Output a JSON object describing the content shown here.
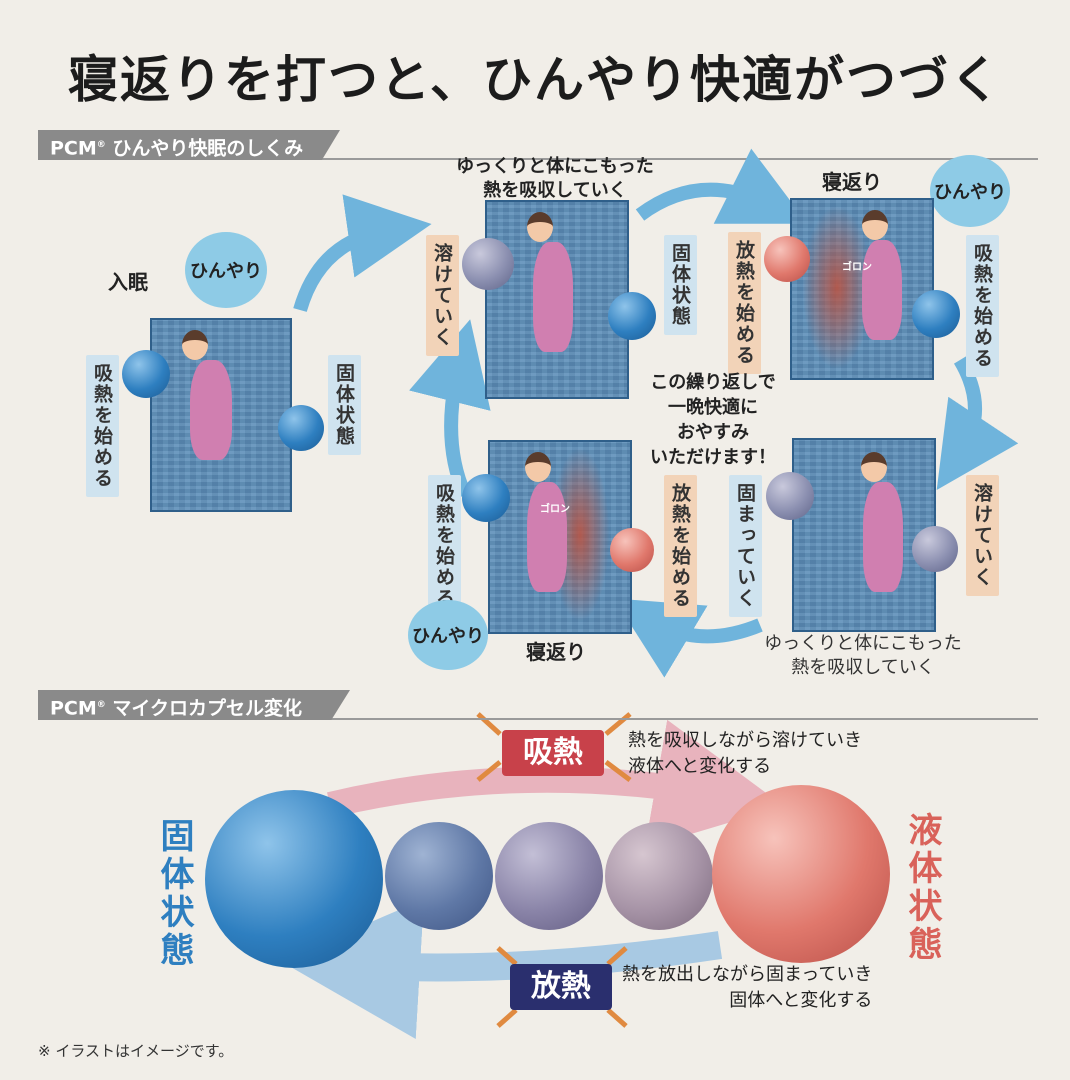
{
  "title": "寝返りを打つと、ひんやり快適がつづく",
  "section1": {
    "label": "PCM",
    "mark": "®",
    "label_rest": " ひんやり快眠のしくみ"
  },
  "section2": {
    "label": "PCM",
    "mark": "®",
    "label_rest": " マイクロカプセル変化"
  },
  "labels": {
    "nyumin": "入眠",
    "hinyari": "ひんやり",
    "kyunetsu_hajimeru": "吸熱を始める",
    "kotai_jotai": "固体状態",
    "tokete_iku": "溶けていく",
    "hounetsu_hajimeru": "放熱を始める",
    "katamatte_iku": "固まっていく",
    "negaeri": "寝返り",
    "goron": "ゴロン",
    "absorb_caption": "ゆっくりと体にこもった\n熱を吸収していく",
    "center_text": "この繰り返しで\n一晩快適に\nおやすみ\nいただけます！"
  },
  "change": {
    "solid": "固体状態",
    "liquid": "液体状態",
    "kyunetsu": "吸熱",
    "hounetsu": "放熱",
    "kyunetsu_desc": "熱を吸収しながら溶けていき\n液体へと変化する",
    "hounetsu_desc": "熱を放出しながら固まっていき\n固体へと変化する"
  },
  "footnote": "※ イラストはイメージです。",
  "colors": {
    "blue": "#2e7fc0",
    "red": "#d9625a",
    "navy": "#2a2f6e",
    "arrow": "#6fb4dc",
    "label_blue": "#cfe3ef",
    "label_orange": "#f2d3b8"
  }
}
